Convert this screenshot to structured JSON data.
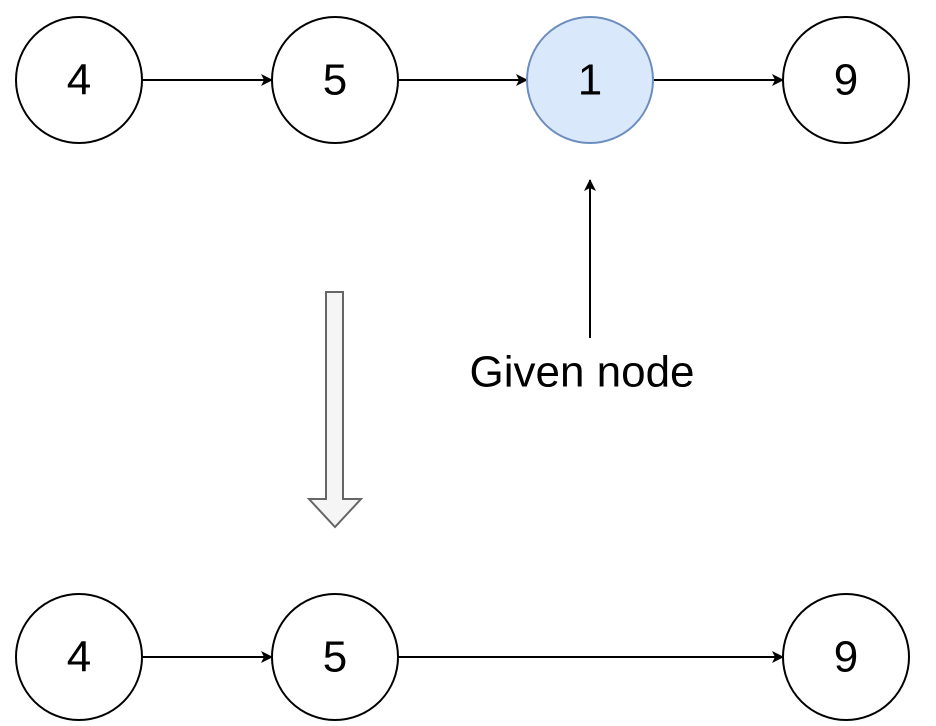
{
  "colors": {
    "stroke": "#000000",
    "node_fill": "#ffffff",
    "highlight_fill": "#dae8fc",
    "highlight_stroke": "#6c8ebf",
    "transition_fill": "#f5f5f5",
    "transition_stroke": "#666666"
  },
  "before": {
    "nodes": [
      {
        "value": "4",
        "highlighted": false
      },
      {
        "value": "5",
        "highlighted": false
      },
      {
        "value": "1",
        "highlighted": true
      },
      {
        "value": "9",
        "highlighted": false
      }
    ],
    "links": [
      [
        0,
        1
      ],
      [
        1,
        2
      ],
      [
        2,
        3
      ]
    ]
  },
  "annotation": {
    "label": "Given node",
    "points_to_node": 2
  },
  "after": {
    "nodes": [
      {
        "value": "4"
      },
      {
        "value": "5"
      },
      {
        "value": "9"
      }
    ],
    "links": [
      [
        0,
        1
      ],
      [
        1,
        2
      ]
    ]
  },
  "transition": {
    "icon": "down-arrow-icon"
  }
}
